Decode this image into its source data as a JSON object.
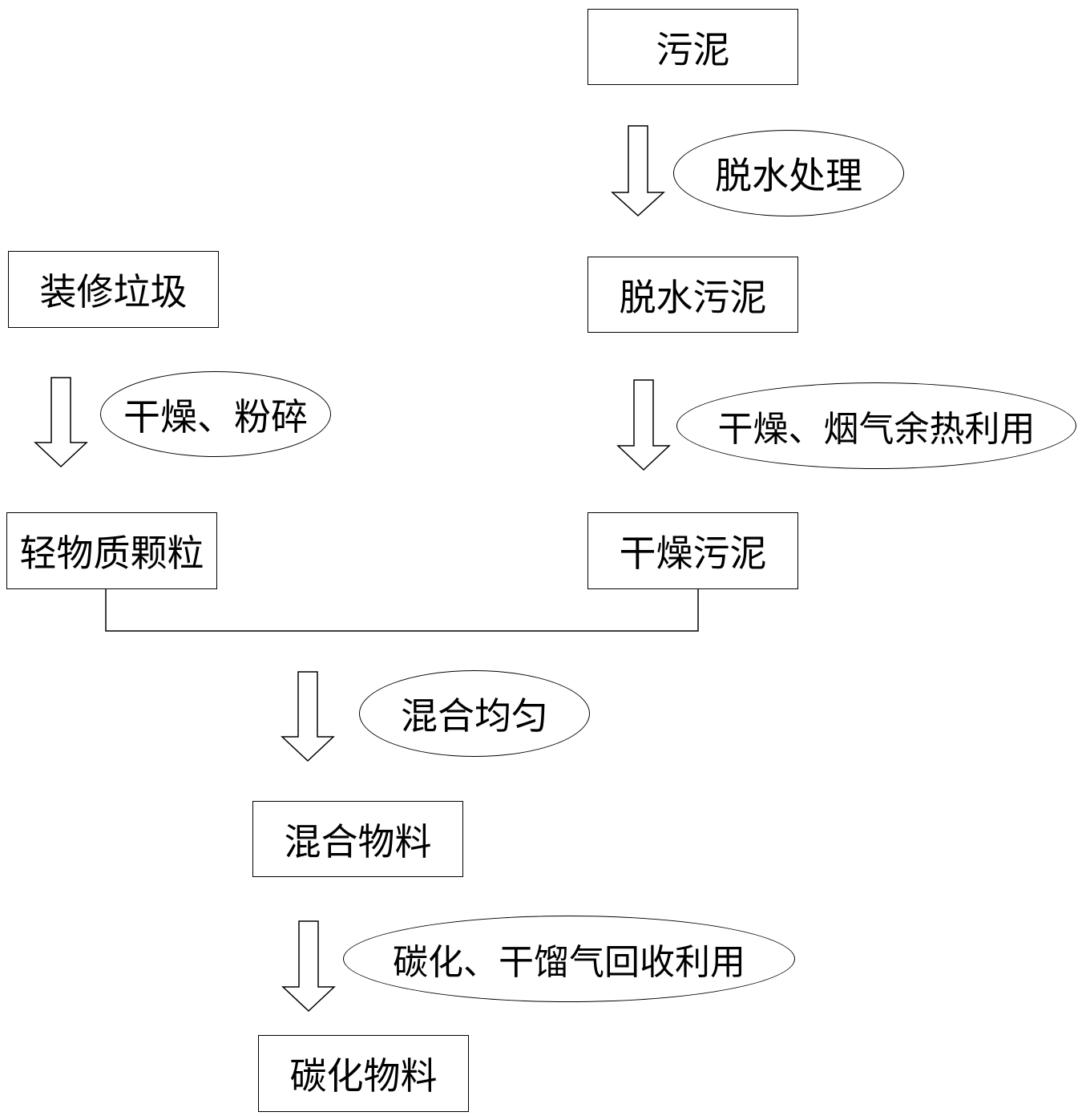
{
  "nodes": {
    "sludge": "污泥",
    "dewatered_sludge": "脱水污泥",
    "dried_sludge": "干燥污泥",
    "decoration_waste": "装修垃圾",
    "light_particles": "轻物质颗粒",
    "mixed_material": "混合物料",
    "carbonized_material": "碳化物料"
  },
  "processes": {
    "dewatering": "脱水处理",
    "drying_flue_gas": "干燥、烟气余热利用",
    "drying_crushing": "干燥、粉碎",
    "mixing": "混合均匀",
    "carbonization": "碳化、干馏气回收利用"
  }
}
